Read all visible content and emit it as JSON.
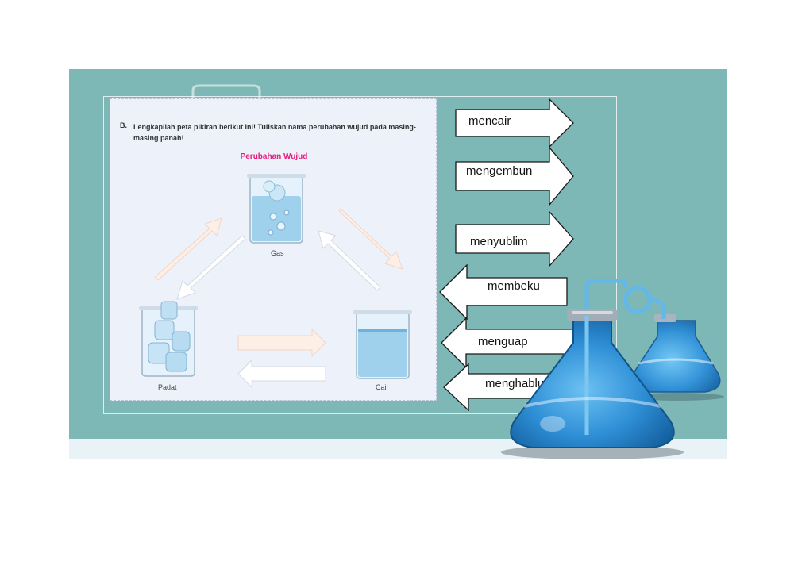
{
  "worksheet": {
    "question_letter": "B.",
    "question_text": "Lengkapilah peta pikiran berikut ini! Tuliskan nama perubahan wujud pada masing-masing panah!",
    "diagram_title": "Perubahan Wujud",
    "states": {
      "gas": "Gas",
      "solid": "Padat",
      "liquid": "Cair"
    }
  },
  "answers": [
    {
      "label": "mencair",
      "direction": "right"
    },
    {
      "label": "mengembun",
      "direction": "right"
    },
    {
      "label": "menyublim",
      "direction": "right"
    },
    {
      "label": "membeku",
      "direction": "left"
    },
    {
      "label": "menguap",
      "direction": "left"
    },
    {
      "label": "menghablur",
      "direction": "left"
    }
  ],
  "colors": {
    "slide_background": "#7db8b7",
    "panel_background": "#edf1f9",
    "title_accent": "#e2207f",
    "water": "#9fd0ec",
    "flask_glass": "#3a8fd0"
  }
}
